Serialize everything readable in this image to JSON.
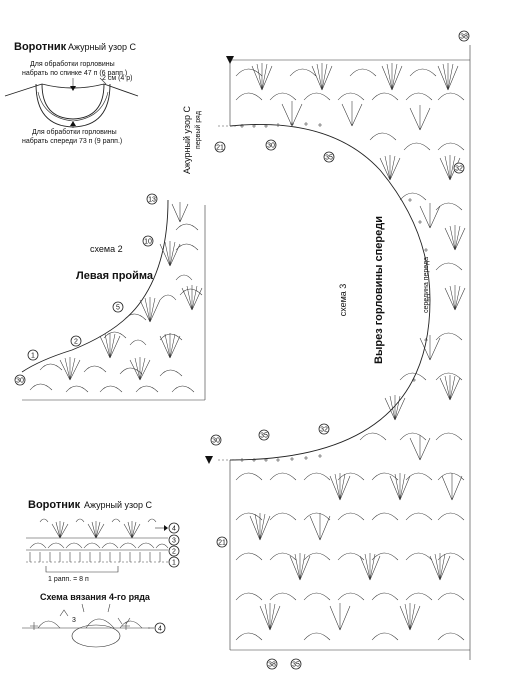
{
  "top_left": {
    "title_bold": "Воротник",
    "title_pattern": "Ажурный узор С",
    "note_back_line1": "Для обработки горловины",
    "note_back_line2": "набрать по спинке 47 п (6 рапп.)",
    "note_rows": "2 см (4 р)",
    "note_front_line1": "Для обработки горловины",
    "note_front_line2": "набрать спереди 73 п (9 рапп.)"
  },
  "scheme2": {
    "label": "схема 2",
    "title": "Левая пройма",
    "rows": [
      "13",
      "10",
      "5",
      "2",
      "1",
      "30"
    ]
  },
  "scheme3": {
    "label": "схема 3",
    "title": "Вырез горловины спереди",
    "side_label_line1": "Ажурный узор С",
    "side_label_line2": "первый ряд",
    "center_label": "середина переда",
    "rows_top": [
      "38",
      "30",
      "35",
      "32",
      "21"
    ],
    "rows_bottom": [
      "32",
      "35",
      "30",
      "21",
      "38",
      "35"
    ]
  },
  "bottom_left": {
    "title_bold": "Воротник",
    "title_pattern": "Ажурный узор С",
    "rows": [
      "4",
      "3",
      "2",
      "1"
    ],
    "repeat_label": "1 рапп. = 8 п",
    "row4_title": "Схема вязания 4-го ряда",
    "row4_marker": "4",
    "row4_small_num": "3"
  }
}
